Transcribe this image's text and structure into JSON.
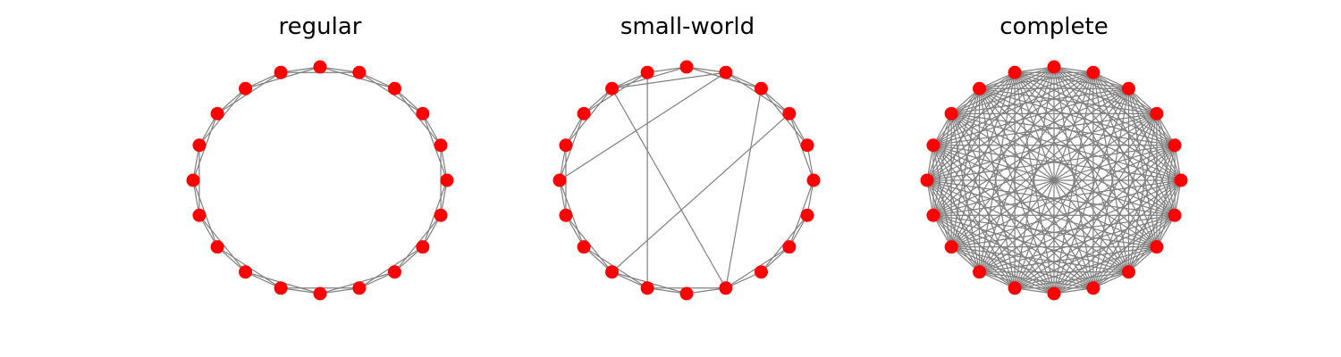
{
  "figure": {
    "panels": [
      {
        "title": "regular"
      },
      {
        "title": "small-world"
      },
      {
        "title": "complete"
      }
    ]
  },
  "graph_data": {
    "node_color": "#ff0000",
    "edge_color": "#808080",
    "graphs": [
      {
        "name": "regular",
        "n": 20,
        "edges": [
          [
            0,
            1
          ],
          [
            0,
            2
          ],
          [
            1,
            2
          ],
          [
            1,
            3
          ],
          [
            2,
            3
          ],
          [
            2,
            4
          ],
          [
            3,
            4
          ],
          [
            3,
            5
          ],
          [
            4,
            5
          ],
          [
            4,
            6
          ],
          [
            5,
            6
          ],
          [
            5,
            7
          ],
          [
            6,
            7
          ],
          [
            6,
            8
          ],
          [
            7,
            8
          ],
          [
            7,
            9
          ],
          [
            8,
            9
          ],
          [
            8,
            10
          ],
          [
            9,
            10
          ],
          [
            9,
            11
          ],
          [
            10,
            11
          ],
          [
            10,
            12
          ],
          [
            11,
            12
          ],
          [
            11,
            13
          ],
          [
            12,
            13
          ],
          [
            12,
            14
          ],
          [
            13,
            14
          ],
          [
            13,
            15
          ],
          [
            14,
            15
          ],
          [
            14,
            16
          ],
          [
            15,
            16
          ],
          [
            15,
            17
          ],
          [
            16,
            17
          ],
          [
            16,
            18
          ],
          [
            17,
            18
          ],
          [
            17,
            19
          ],
          [
            18,
            19
          ],
          [
            18,
            0
          ],
          [
            19,
            0
          ],
          [
            19,
            1
          ]
        ]
      },
      {
        "name": "small-world",
        "n": 20,
        "edges": [
          [
            0,
            1
          ],
          [
            1,
            2
          ],
          [
            2,
            3
          ],
          [
            3,
            4
          ],
          [
            4,
            5
          ],
          [
            5,
            6
          ],
          [
            6,
            7
          ],
          [
            7,
            8
          ],
          [
            8,
            9
          ],
          [
            9,
            10
          ],
          [
            10,
            11
          ],
          [
            11,
            12
          ],
          [
            12,
            13
          ],
          [
            13,
            14
          ],
          [
            14,
            15
          ],
          [
            15,
            16
          ],
          [
            16,
            17
          ],
          [
            17,
            18
          ],
          [
            18,
            19
          ],
          [
            19,
            0
          ],
          [
            0,
            2
          ],
          [
            1,
            3
          ],
          [
            2,
            4
          ],
          [
            3,
            5
          ],
          [
            5,
            7
          ],
          [
            6,
            8
          ],
          [
            7,
            9
          ],
          [
            8,
            10
          ],
          [
            9,
            11
          ],
          [
            10,
            12
          ],
          [
            11,
            13
          ],
          [
            12,
            14
          ],
          [
            13,
            15
          ],
          [
            14,
            16
          ],
          [
            16,
            18
          ],
          [
            17,
            19
          ],
          [
            18,
            0
          ],
          [
            7,
            16
          ],
          [
            7,
            4
          ],
          [
            16,
            3
          ],
          [
            4,
            10
          ],
          [
            6,
            14
          ],
          [
            2,
            13
          ]
        ]
      },
      {
        "name": "complete",
        "n": 20,
        "edges": "all"
      }
    ]
  }
}
